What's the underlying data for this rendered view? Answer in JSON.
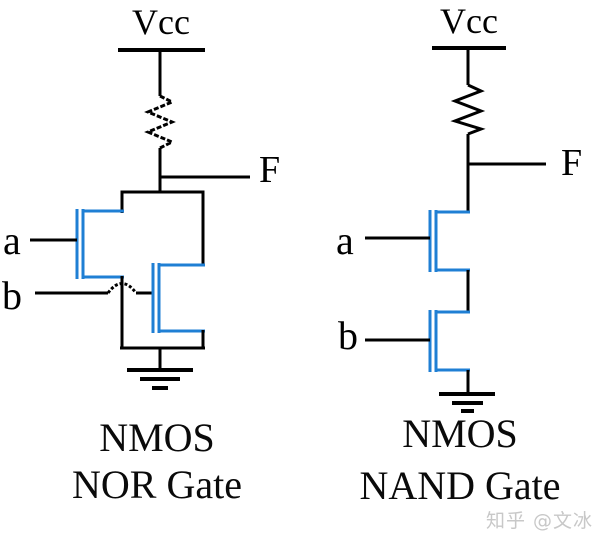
{
  "colors": {
    "background": "#ffffff",
    "wire": "#000000",
    "nmos_blue": "#1f7fd4",
    "watermark": "#c8c8c8"
  },
  "left_circuit": {
    "supply_label": "Vcc",
    "output_label": "F",
    "inputs": {
      "a": "a",
      "b": "b"
    },
    "caption": {
      "line1": "NMOS",
      "line2": "NOR Gate"
    }
  },
  "right_circuit": {
    "supply_label": "Vcc",
    "output_label": "F",
    "inputs": {
      "a": "a",
      "b": "b"
    },
    "caption": {
      "line1": "NMOS",
      "line2": "NAND Gate"
    }
  },
  "watermark": {
    "text": "知乎 @文冰"
  }
}
